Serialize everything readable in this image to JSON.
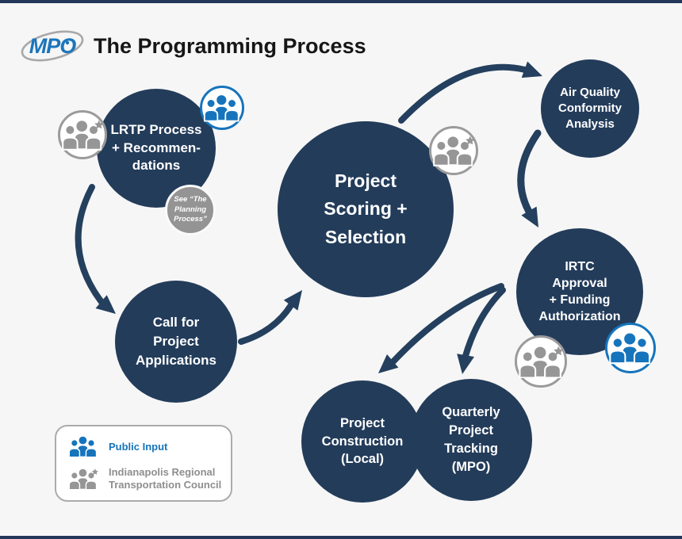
{
  "header": {
    "logo_text": "MPO",
    "title": "The Programming Process"
  },
  "colors": {
    "node_navy": "#233c5a",
    "arrow_navy": "#24405e",
    "accent_blue": "#1674bc",
    "icon_gray": "#969696",
    "note_gray": "#949494",
    "background": "#f6f6f6"
  },
  "nodes": {
    "lrtp": {
      "lines": [
        "LRTP Process",
        "+ Recommen-",
        "dations"
      ]
    },
    "planning_note": {
      "lines": [
        "See “The",
        "Planning",
        "Process”"
      ]
    },
    "call": {
      "lines": [
        "Call for",
        "Project",
        "Applications"
      ]
    },
    "scoring": {
      "lines": [
        "Project",
        "Scoring +",
        "Selection"
      ]
    },
    "air_quality": {
      "lines": [
        "Air Quality",
        "Conformity",
        "Analysis"
      ]
    },
    "irtc": {
      "lines": [
        "IRTC",
        "Approval",
        "+ Funding",
        "Authorization"
      ]
    },
    "construction": {
      "lines": [
        "Project",
        "Construction",
        "(Local)"
      ]
    },
    "tracking": {
      "lines": [
        "Quarterly",
        "Project",
        "Tracking",
        "(MPO)"
      ]
    }
  },
  "legend": {
    "public_input": "Public Input",
    "council_line1": "Indianapolis Regional",
    "council_line2": "Transportation Council"
  }
}
